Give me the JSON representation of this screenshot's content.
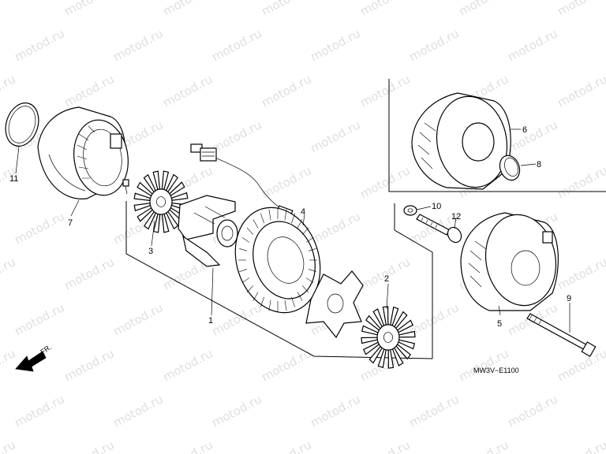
{
  "watermark": "motod.ru",
  "drawing_code": "MW3V−E1100",
  "front_marker": "FR.",
  "callouts": {
    "c1": "1",
    "c2": "2",
    "c3": "3",
    "c4": "4",
    "c5": "5",
    "c6": "6",
    "c7": "7",
    "c8": "8",
    "c9": "9",
    "c10": "10",
    "c11": "11",
    "c12": "12"
  }
}
